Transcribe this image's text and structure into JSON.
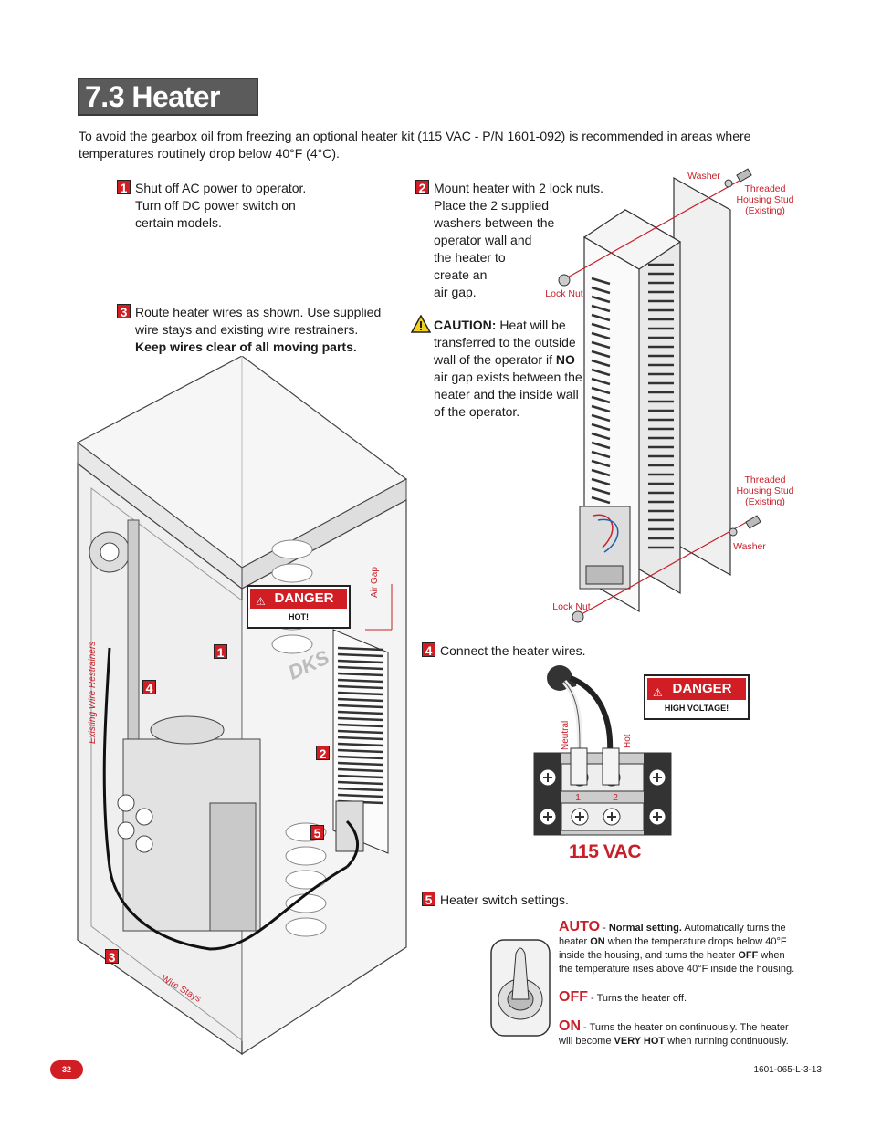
{
  "title": "7.3 Heater Kit",
  "intro": "To avoid the gearbox oil from freezing an optional heater kit (115 VAC - P/N 1601-092) is recommended in areas where temperatures routinely drop below 40°F (4°C).",
  "steps": {
    "s1": {
      "num": "1",
      "lines": [
        "Shut off AC power to operator.",
        "Turn off DC power switch on",
        "certain models."
      ]
    },
    "s2": {
      "num": "2",
      "lines": [
        "Mount heater with 2 lock nuts.",
        "Place the 2 supplied",
        "washers between the",
        "operator wall and",
        "the heater to",
        "create an",
        "air gap."
      ]
    },
    "s3": {
      "num": "3",
      "lines": [
        "Route heater wires as shown. Use supplied",
        "wire stays and existing wire restrainers."
      ],
      "bold": "Keep wires clear of all moving parts."
    },
    "s4": {
      "num": "4",
      "text": "Connect the heater wires."
    },
    "s5": {
      "num": "5",
      "text": "Heater switch settings."
    }
  },
  "caution": {
    "label": "CAUTION:",
    "lines": [
      "Heat will be",
      "transferred to the outside",
      "wall of the operator if",
      "air gap exists between the",
      "heater and the inside wall",
      "of the operator."
    ],
    "no": "NO"
  },
  "mount_labels": {
    "washer_top": "Washer",
    "stud_top": [
      "Threaded",
      "Housing Stud",
      "(Existing)"
    ],
    "locknut_top": "Lock Nut",
    "stud_bottom": [
      "Threaded",
      "Housing Stud",
      "(Existing)"
    ],
    "washer_bottom": "Washer",
    "locknut_bottom": "Lock Nut"
  },
  "operator_labels": {
    "air_gap": "Air Gap",
    "existing_wire": "Existing Wire Restrainers",
    "wire_stays": "Wire Stays",
    "danger_head": "DANGER",
    "danger_sub": "HOT!",
    "logo": "DKS",
    "callouts": [
      "1",
      "4",
      "2",
      "5",
      "3"
    ]
  },
  "wiring": {
    "danger_head": "DANGER",
    "danger_sub": "HIGH VOLTAGE!",
    "neutral": "Neutral",
    "hot": "Hot",
    "t1": "1",
    "t2": "2",
    "vac": "115 VAC"
  },
  "switch": {
    "auto": "AUTO",
    "auto_sep": " - ",
    "auto_bold": "Normal setting.",
    "auto_text1": " Automatically turns the",
    "auto_line2a": "heater ",
    "on_word": "ON",
    "auto_line2b": " when the temperature drops below 40°F",
    "auto_line3a": "inside the housing, and turns the heater ",
    "off_word": "OFF",
    "auto_line3b": " when",
    "auto_line4": "the temperature rises above 40°F inside the housing.",
    "off": "OFF",
    "off_text": " - Turns the heater off.",
    "on": "ON",
    "on_text1": " - Turns the heater on continuously. The heater",
    "on_text2a": "will become ",
    "on_bold": "VERY HOT",
    "on_text2b": " when running continuously."
  },
  "footer": {
    "page": "32",
    "code": "1601-065-L-3-13"
  }
}
